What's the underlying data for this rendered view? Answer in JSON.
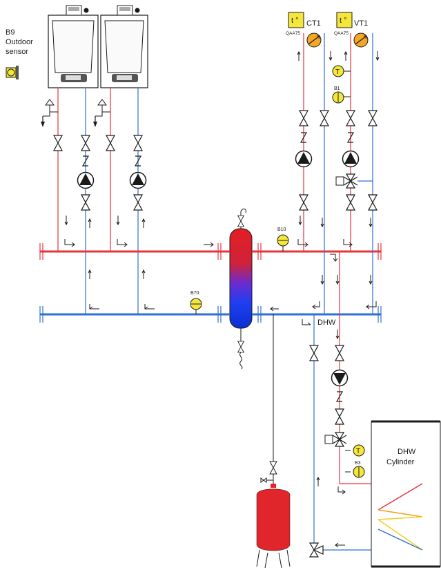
{
  "outdoor_sensor": {
    "line1": "B9",
    "line2": "Outdoor",
    "line3": "sensor"
  },
  "thermostat_ct1": {
    "label": "CT1",
    "model": "QAA75",
    "symbol": "t °"
  },
  "thermostat_vt1": {
    "label": "VT1",
    "model": "QAA75",
    "symbol": "t °"
  },
  "sensors": {
    "b10": "B10",
    "b70": "B70",
    "b1": "B1",
    "b3": "B3",
    "t_symbol": "T"
  },
  "dhw_label": "DHW",
  "cylinder": {
    "line1": "DHW",
    "line2": "Cylinder"
  },
  "colors": {
    "flow": "#e8333b",
    "return": "#2f6fd1",
    "sensor": "#f5e63a",
    "tank": "#e0262b",
    "pump": "#1a1a1a"
  }
}
